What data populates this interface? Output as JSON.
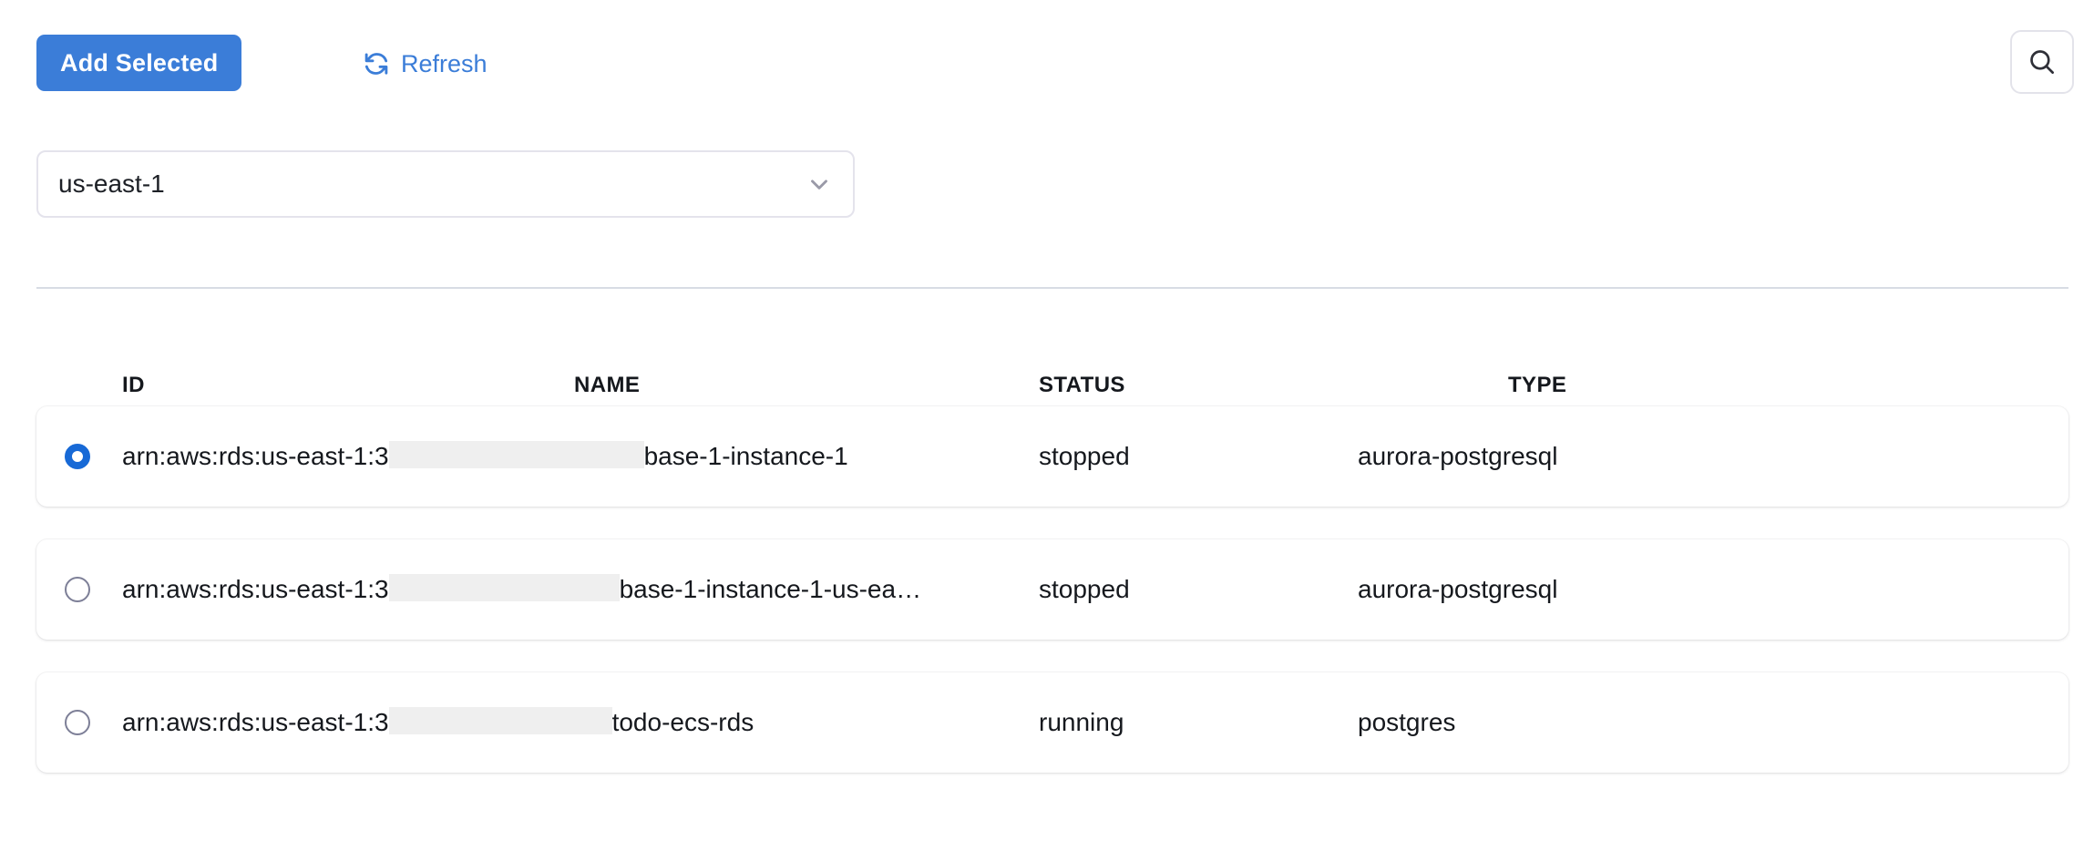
{
  "toolbar": {
    "add_selected_label": "Add Selected",
    "refresh_label": "Refresh",
    "refresh_icon": "refresh-icon",
    "search_icon": "search-icon",
    "primary_color": "#3b7dd8",
    "link_color": "#3b7dd8"
  },
  "region": {
    "label": "us-east-1",
    "chevron_icon": "chevron-down-icon"
  },
  "table": {
    "columns": [
      "ID",
      "NAME",
      "STATUS",
      "TYPE"
    ],
    "rows": [
      {
        "selected": true,
        "id_prefix": "arn:aws:rds:us-east-1:3",
        "id_redacted": true,
        "id_suffix": "base-1-instance-1",
        "name": "",
        "status": "stopped",
        "type": "aurora-postgresql"
      },
      {
        "selected": false,
        "id_prefix": "arn:aws:rds:us-east-1:3",
        "id_redacted": true,
        "id_suffix": "base-1-instance-1-us-ea…",
        "name": "",
        "status": "stopped",
        "type": "aurora-postgresql"
      },
      {
        "selected": false,
        "id_prefix": "arn:aws:rds:us-east-1:3",
        "id_redacted": true,
        "id_suffix": " todo-ecs-rds",
        "name": "",
        "status": "running",
        "type": "postgres"
      }
    ]
  }
}
